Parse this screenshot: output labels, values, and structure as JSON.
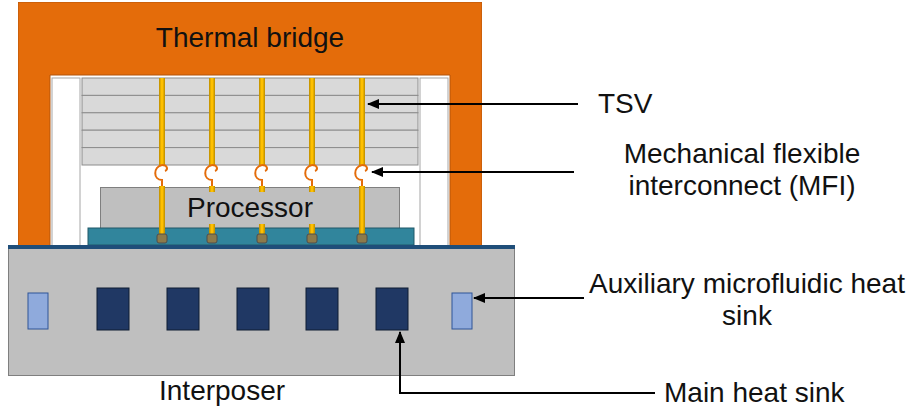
{
  "diagram": {
    "nodes": [
      {
        "text": [
          "Thermal bridge"
        ]
      },
      {
        "text": [
          "Processor"
        ],
        "in": 0
      },
      {
        "text": [
          "Interposer"
        ]
      }
    ],
    "labels": [
      "TSV",
      "Mechanical flexible interconnect (MFI)",
      "Auxiliary microfluidic heat sink",
      "Main heat sink"
    ]
  }
}
